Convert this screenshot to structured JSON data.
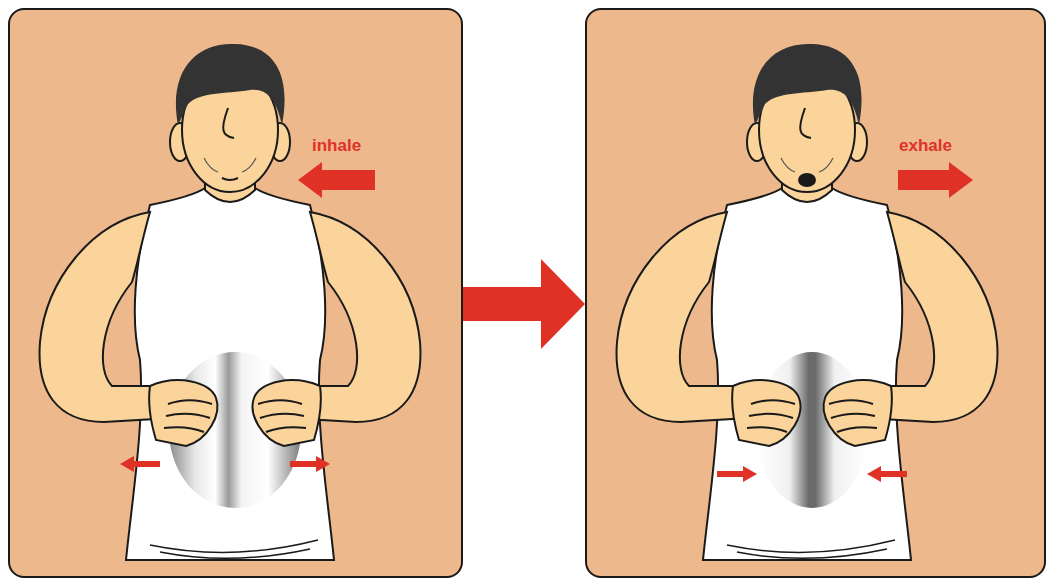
{
  "diagram": {
    "nodes": [
      {
        "text": [
          "inhale"
        ]
      },
      {
        "text": [
          "exhale"
        ]
      }
    ],
    "edges": [
      {
        "from": 0,
        "to": 1,
        "arrow": "to"
      }
    ]
  }
}
